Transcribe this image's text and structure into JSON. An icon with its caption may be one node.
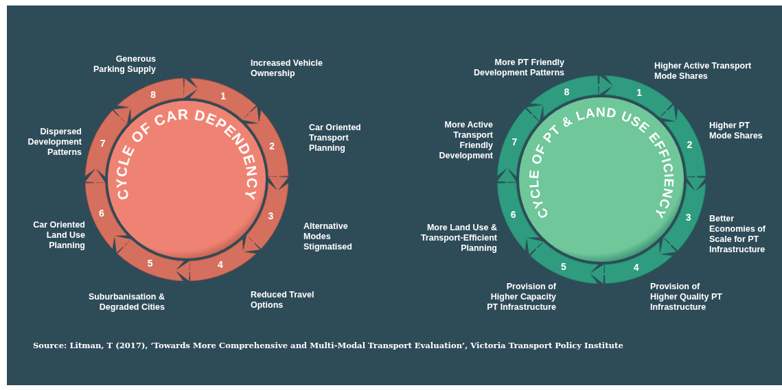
{
  "diagram": {
    "caption": "Source: Litman, T (2017), ‘Towards More Comprehensive and Multi-Modal Transport Evaluation’, Victoria Transport Policy Institute",
    "nodes": [
      {
        "text": [
          "CYCLE OF CAR DEPENDENCY"
        ]
      },
      {
        "text": [
          "1"
        ],
        "beside": [
          "Increased Vehicle Ownership"
        ]
      },
      {
        "text": [
          "2"
        ],
        "beside": [
          "Car Oriented Transport Planning"
        ]
      },
      {
        "text": [
          "3"
        ],
        "beside": [
          "Alternative Modes Stigmatised"
        ]
      },
      {
        "text": [
          "4"
        ],
        "beside": [
          "Reduced Travel Options"
        ]
      },
      {
        "text": [
          "5"
        ],
        "beside": [
          "Suburbanisation & Degraded Cities"
        ]
      },
      {
        "text": [
          "6"
        ],
        "beside": [
          "Car Oriented Land Use Planning"
        ]
      },
      {
        "text": [
          "7"
        ],
        "beside": [
          "Dispersed Development Patterns"
        ]
      },
      {
        "text": [
          "8"
        ],
        "beside": [
          "Generous Parking Supply"
        ]
      },
      {
        "text": [
          "CYCLE OF PT & LAND USE EFFICIENCY"
        ]
      },
      {
        "text": [
          "1"
        ],
        "beside": [
          "Higher Active Transport Mode Shares"
        ]
      },
      {
        "text": [
          "2"
        ],
        "beside": [
          "Higher PT Mode Shares"
        ]
      },
      {
        "text": [
          "3"
        ],
        "beside": [
          "Better Economies of Scale for PT Infrastructure"
        ]
      },
      {
        "text": [
          "4"
        ],
        "beside": [
          "Provision of Higher Quality PT Infrastructure"
        ]
      },
      {
        "text": [
          "5"
        ],
        "beside": [
          "Provision of Higher Capacity PT Infrastructure"
        ]
      },
      {
        "text": [
          "6"
        ],
        "beside": [
          "More Land Use & Transport-Efficient Planning"
        ]
      },
      {
        "text": [
          "7"
        ],
        "beside": [
          "More Active Transport Friendly Development"
        ]
      },
      {
        "text": [
          "8"
        ],
        "beside": [
          "More PT Friendly Development Patterns"
        ]
      }
    ],
    "edges": [
      {
        "from": 1,
        "to": 2,
        "arrow": "to",
        "color": "#d5705f"
      },
      {
        "from": 2,
        "to": 3,
        "arrow": "to",
        "color": "#d5705f"
      },
      {
        "from": 3,
        "to": 4,
        "arrow": "to",
        "color": "#d5705f"
      },
      {
        "from": 4,
        "to": 5,
        "arrow": "to",
        "color": "#d5705f"
      },
      {
        "from": 5,
        "to": 6,
        "arrow": "to",
        "color": "#d5705f"
      },
      {
        "from": 6,
        "to": 7,
        "arrow": "to",
        "color": "#d5705f"
      },
      {
        "from": 7,
        "to": 8,
        "arrow": "to",
        "color": "#d5705f"
      },
      {
        "from": 8,
        "to": 1,
        "arrow": "to",
        "color": "#d5705f"
      },
      {
        "from": 10,
        "to": 11,
        "arrow": "to",
        "color": "#2f9c7f"
      },
      {
        "from": 11,
        "to": 12,
        "arrow": "to",
        "color": "#2f9c7f"
      },
      {
        "from": 12,
        "to": 13,
        "arrow": "to",
        "color": "#2f9c7f"
      },
      {
        "from": 13,
        "to": 14,
        "arrow": "to",
        "color": "#2f9c7f"
      },
      {
        "from": 14,
        "to": 15,
        "arrow": "to",
        "color": "#2f9c7f"
      },
      {
        "from": 15,
        "to": 16,
        "arrow": "to",
        "color": "#2f9c7f"
      },
      {
        "from": 16,
        "to": 17,
        "arrow": "to",
        "color": "#2f9c7f"
      },
      {
        "from": 17,
        "to": 10,
        "arrow": "to",
        "color": "#2f9c7f"
      }
    ]
  }
}
